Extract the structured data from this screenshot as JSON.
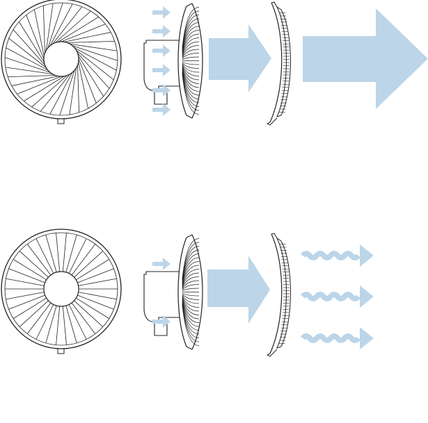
{
  "colors": {
    "airflow": "#bcd5e8",
    "line": "#231f20",
    "background": "#ffffff"
  },
  "panels": [
    {
      "id": "top",
      "mode": "swirl-blades",
      "intake_arrows": 6,
      "output": "strong-straight"
    },
    {
      "id": "bottom",
      "mode": "radial-blades",
      "intake_arrows": 2,
      "output": "wavy-diffused"
    }
  ]
}
